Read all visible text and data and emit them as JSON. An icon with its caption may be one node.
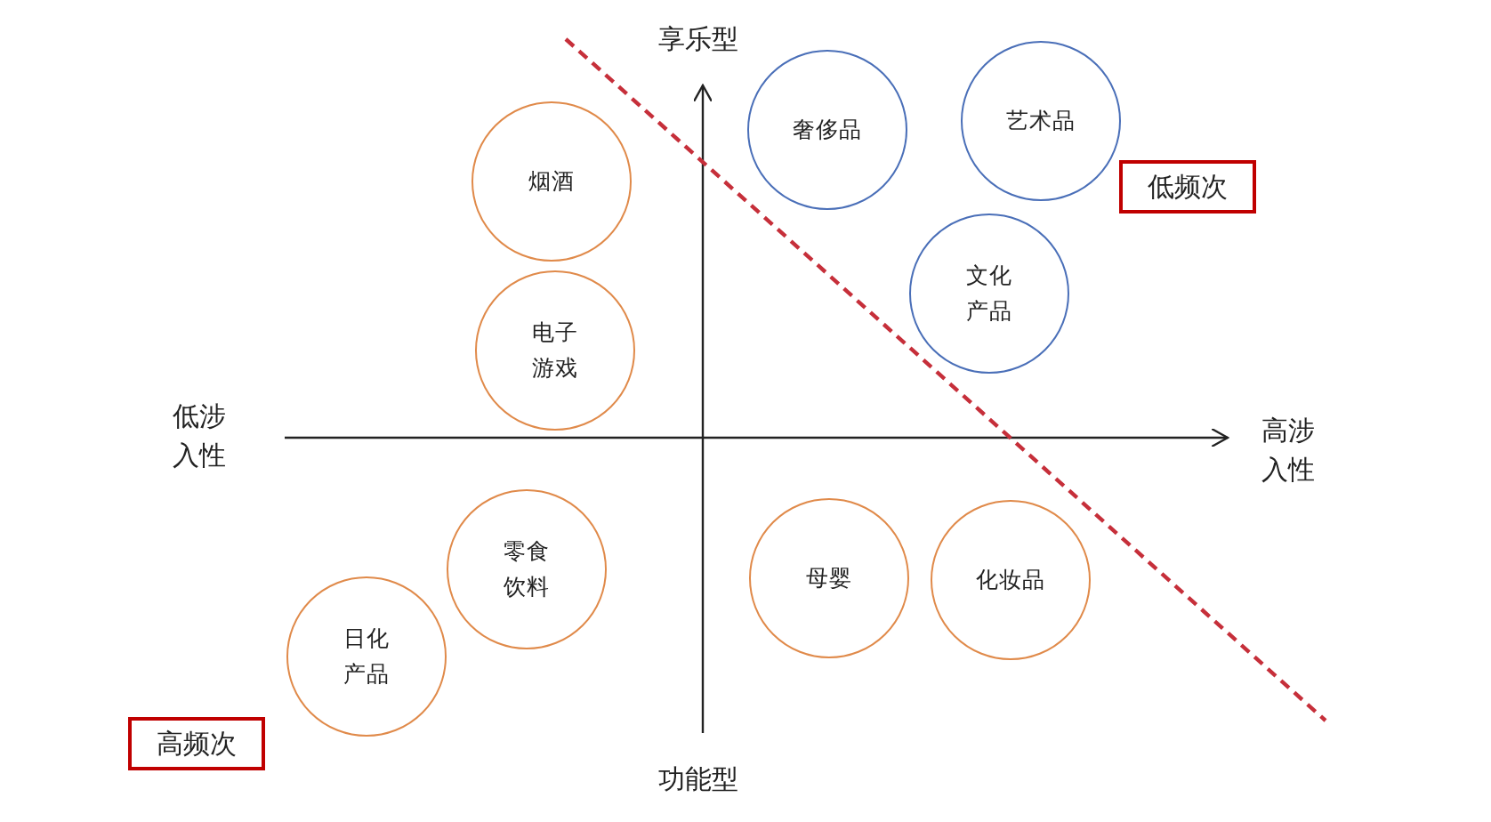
{
  "diagram": {
    "nodes": [
      {
        "text": [
          "奢侈品"
        ]
      },
      {
        "text": [
          "艺术品"
        ]
      },
      {
        "text": [
          "烟酒"
        ]
      },
      {
        "text": [
          "低频次"
        ]
      },
      {
        "text": [
          "文化产品"
        ]
      },
      {
        "text": [
          "电子游戏"
        ]
      },
      {
        "text": [
          "零食饮料"
        ]
      },
      {
        "text": [
          "母婴"
        ]
      },
      {
        "text": [
          "化妆品"
        ]
      },
      {
        "text": [
          "日化产品"
        ]
      },
      {
        "text": [
          "高频次"
        ]
      }
    ],
    "labels": [
      "享乐型",
      "低涉入性",
      "高涉入性",
      "功能型"
    ]
  }
}
